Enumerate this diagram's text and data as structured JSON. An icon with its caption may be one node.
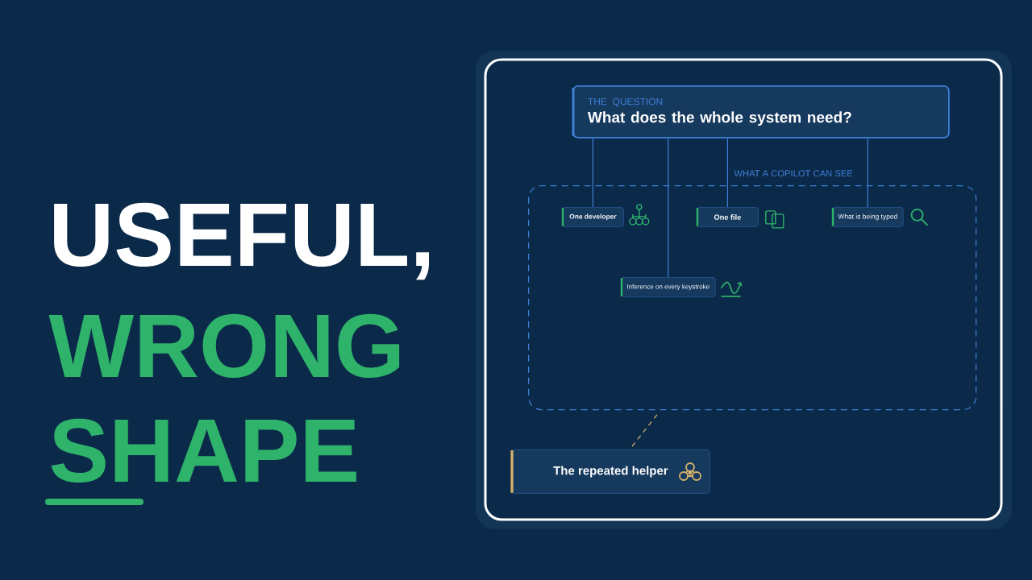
{
  "diagram": {
    "nodes": [
      {
        "text": [
          "THE QUESTION",
          "What does the whole system need?"
        ]
      },
      {
        "text": [
          "WHAT A COPILOT CAN SEE"
        ]
      },
      {
        "text": [
          "One developer"
        ],
        "in": 1
      },
      {
        "text": [
          "One file"
        ],
        "in": 1
      },
      {
        "text": [
          "What is being typed"
        ],
        "in": 1
      },
      {
        "text": [
          "Inference on every keystroke"
        ],
        "in": 1
      },
      {
        "text": [
          "The repeated helper"
        ]
      }
    ],
    "edges": [
      {
        "from": 0,
        "to": 2,
        "arrow": "none"
      },
      {
        "from": 0,
        "to": 5,
        "arrow": "none"
      },
      {
        "from": 0,
        "to": 3,
        "arrow": "none"
      },
      {
        "from": 0,
        "to": 4,
        "arrow": "none"
      },
      {
        "from": 6,
        "to": 1,
        "arrow": "none",
        "style": "dashed",
        "color": "#d8b46a"
      }
    ],
    "labels": [
      "USEFUL,",
      "WRONG",
      "SHAPE"
    ]
  }
}
